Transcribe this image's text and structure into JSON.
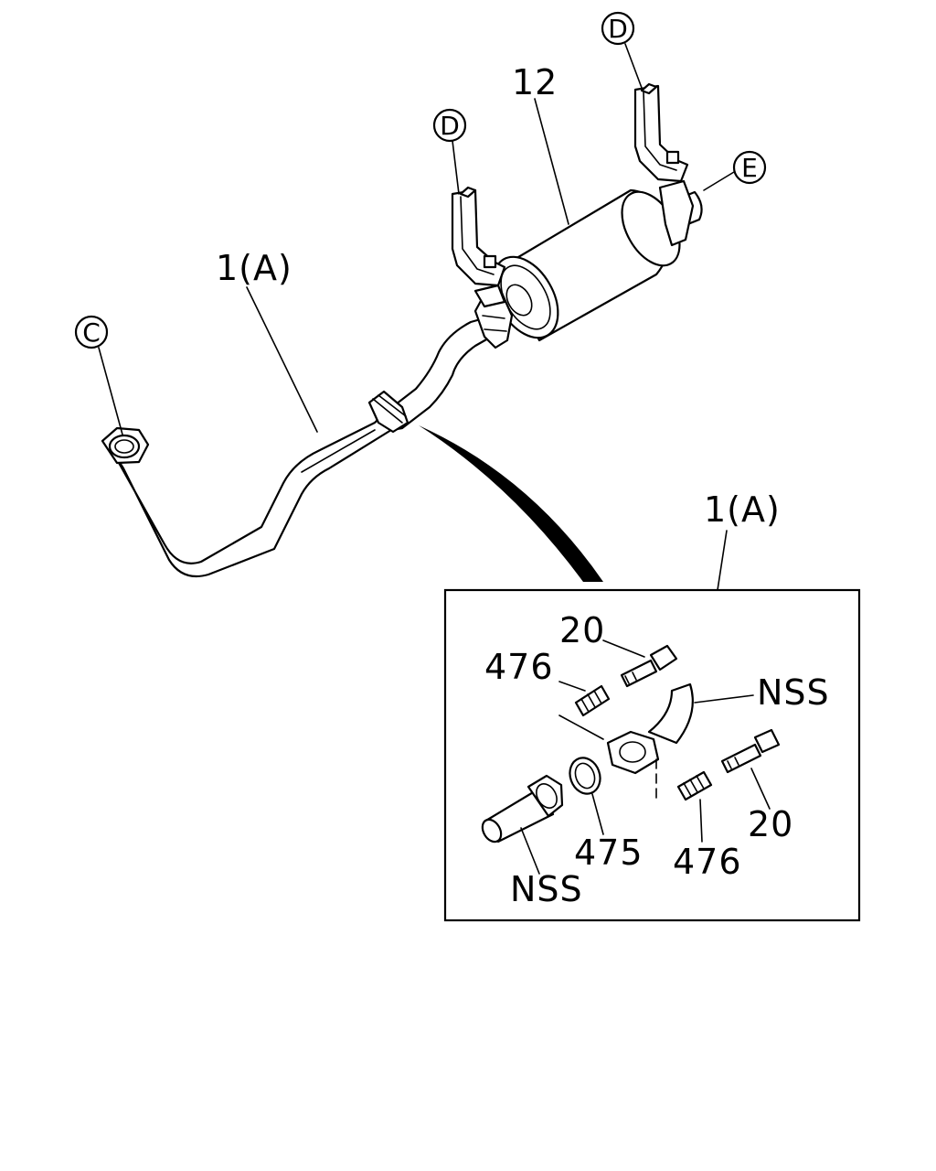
{
  "callouts": {
    "c": "C",
    "d_left": "D",
    "d_right": "D",
    "e": "E"
  },
  "labels": {
    "muffler": "12",
    "front_pipe": "1(A)",
    "detail_title": "1(A)",
    "bolt_top": "20",
    "spring_top": "476",
    "nss_flange_pipe": "NSS",
    "gasket": "475",
    "spring_bottom": "476",
    "bolt_bottom": "20",
    "nss_pipe": "NSS"
  }
}
